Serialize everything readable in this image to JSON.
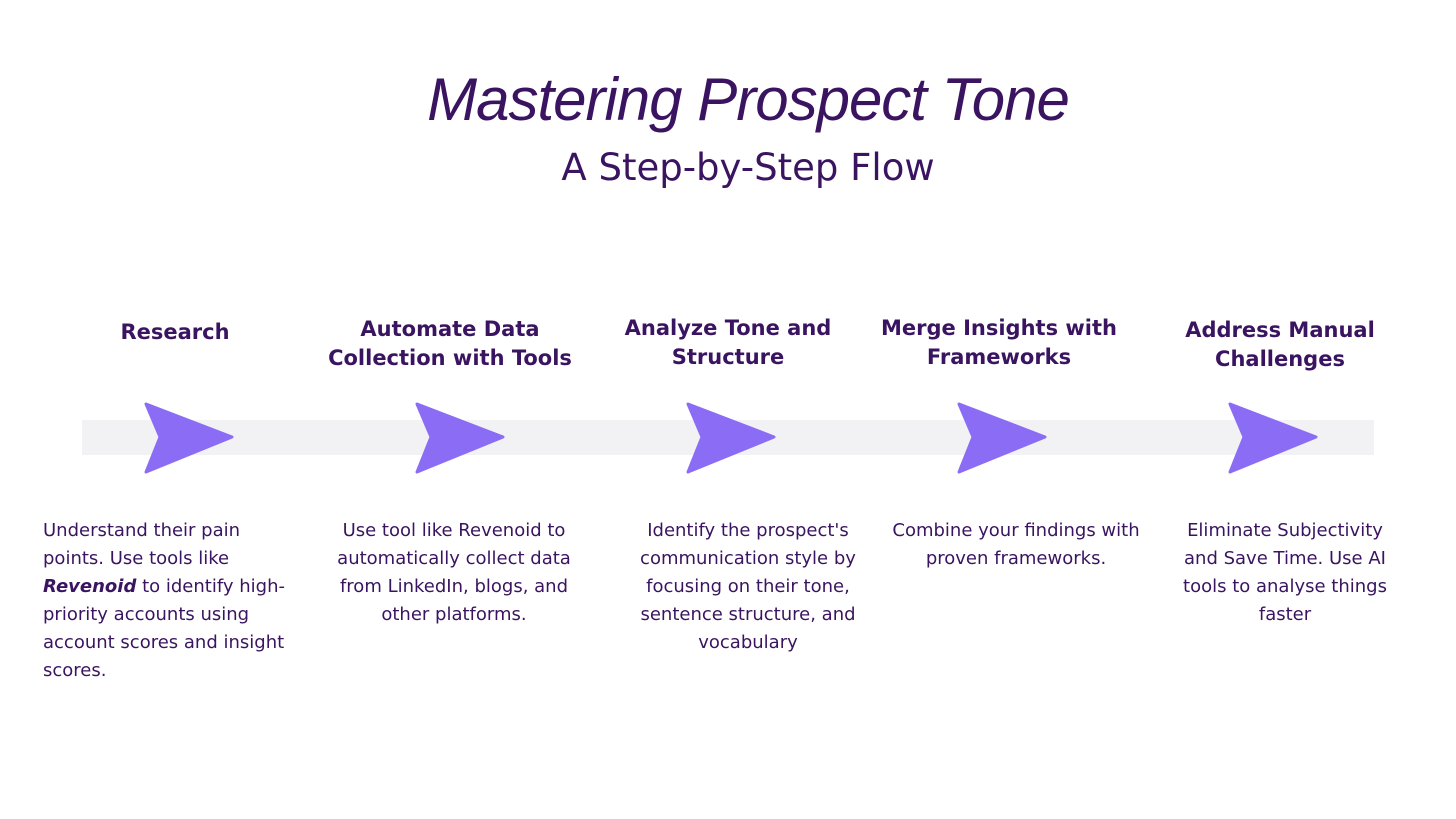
{
  "header": {
    "title": "Mastering Prospect Tone",
    "subtitle": "A Step-by-Step Flow"
  },
  "colors": {
    "text": "#3a1460",
    "arrow": "#8b6cf4",
    "track": "#f2f2f5",
    "background": "#ffffff"
  },
  "steps": [
    {
      "title": "Research",
      "desc_before": "Understand their pain points. Use tools like ",
      "desc_brand": "Revenoid",
      "desc_after": " to identify high-priority accounts using account scores and insight scores.",
      "icon": "arrow-right-icon"
    },
    {
      "title": "Automate Data Collection with Tools",
      "desc": "Use tool like Revenoid to automatically collect data from LinkedIn, blogs, and other platforms.",
      "icon": "arrow-right-icon"
    },
    {
      "title": "Analyze Tone and Structure",
      "desc": "Identify the prospect's communication style by focusing on their tone, sentence structure, and vocabulary",
      "icon": "arrow-right-icon"
    },
    {
      "title": "Merge Insights with Frameworks",
      "desc": "Combine your findings with proven frameworks.",
      "icon": "arrow-right-icon"
    },
    {
      "title": "Address Manual Challenges",
      "desc": "Eliminate Subjectivity and Save Time. Use AI tools to analyse things faster",
      "icon": "arrow-right-icon"
    }
  ]
}
